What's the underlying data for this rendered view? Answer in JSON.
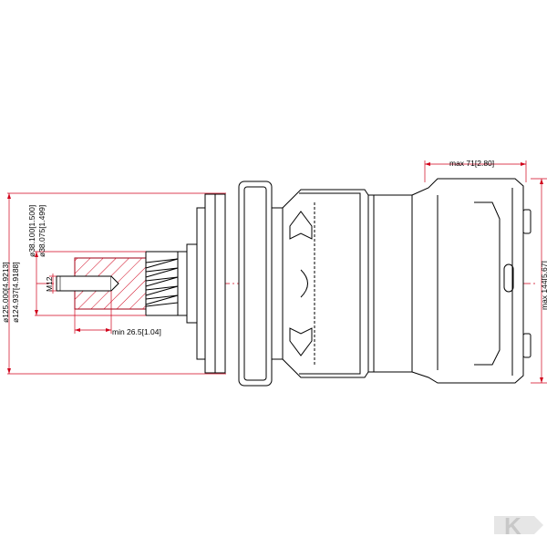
{
  "dimensions": {
    "outer_diameter_max": "ø125.000[4.9213]",
    "outer_diameter_min": "ø124.937[4.9188]",
    "shaft_diameter_max": "ø38.100[1.500]",
    "shaft_diameter_min": "ø38.075[1.499]",
    "thread": "M12",
    "thread_depth": "min  26.5[1.04]",
    "body_length": "max  71[2.80]",
    "body_height": "max  144[5.67]"
  },
  "logo": {
    "letter": "K"
  },
  "colors": {
    "line": "#000000",
    "dimension": "#d0021b",
    "centerline": "#d0021b",
    "hatch": "#d0021b",
    "logo": "#d6d6d6"
  }
}
